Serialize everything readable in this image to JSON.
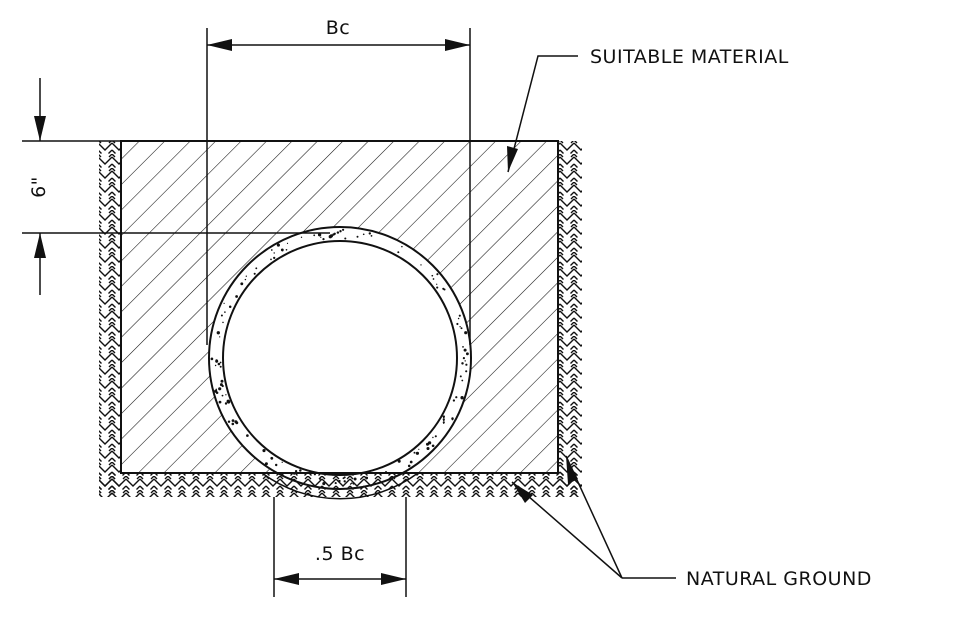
{
  "drawing": {
    "labels": {
      "pipe_width": "Bc",
      "cover_depth": "6\"",
      "bedding_width": ".5 Bc",
      "backfill": "SUITABLE MATERIAL",
      "ground": "NATURAL GROUND"
    },
    "line_color": "#111111",
    "background": "#ffffff"
  }
}
